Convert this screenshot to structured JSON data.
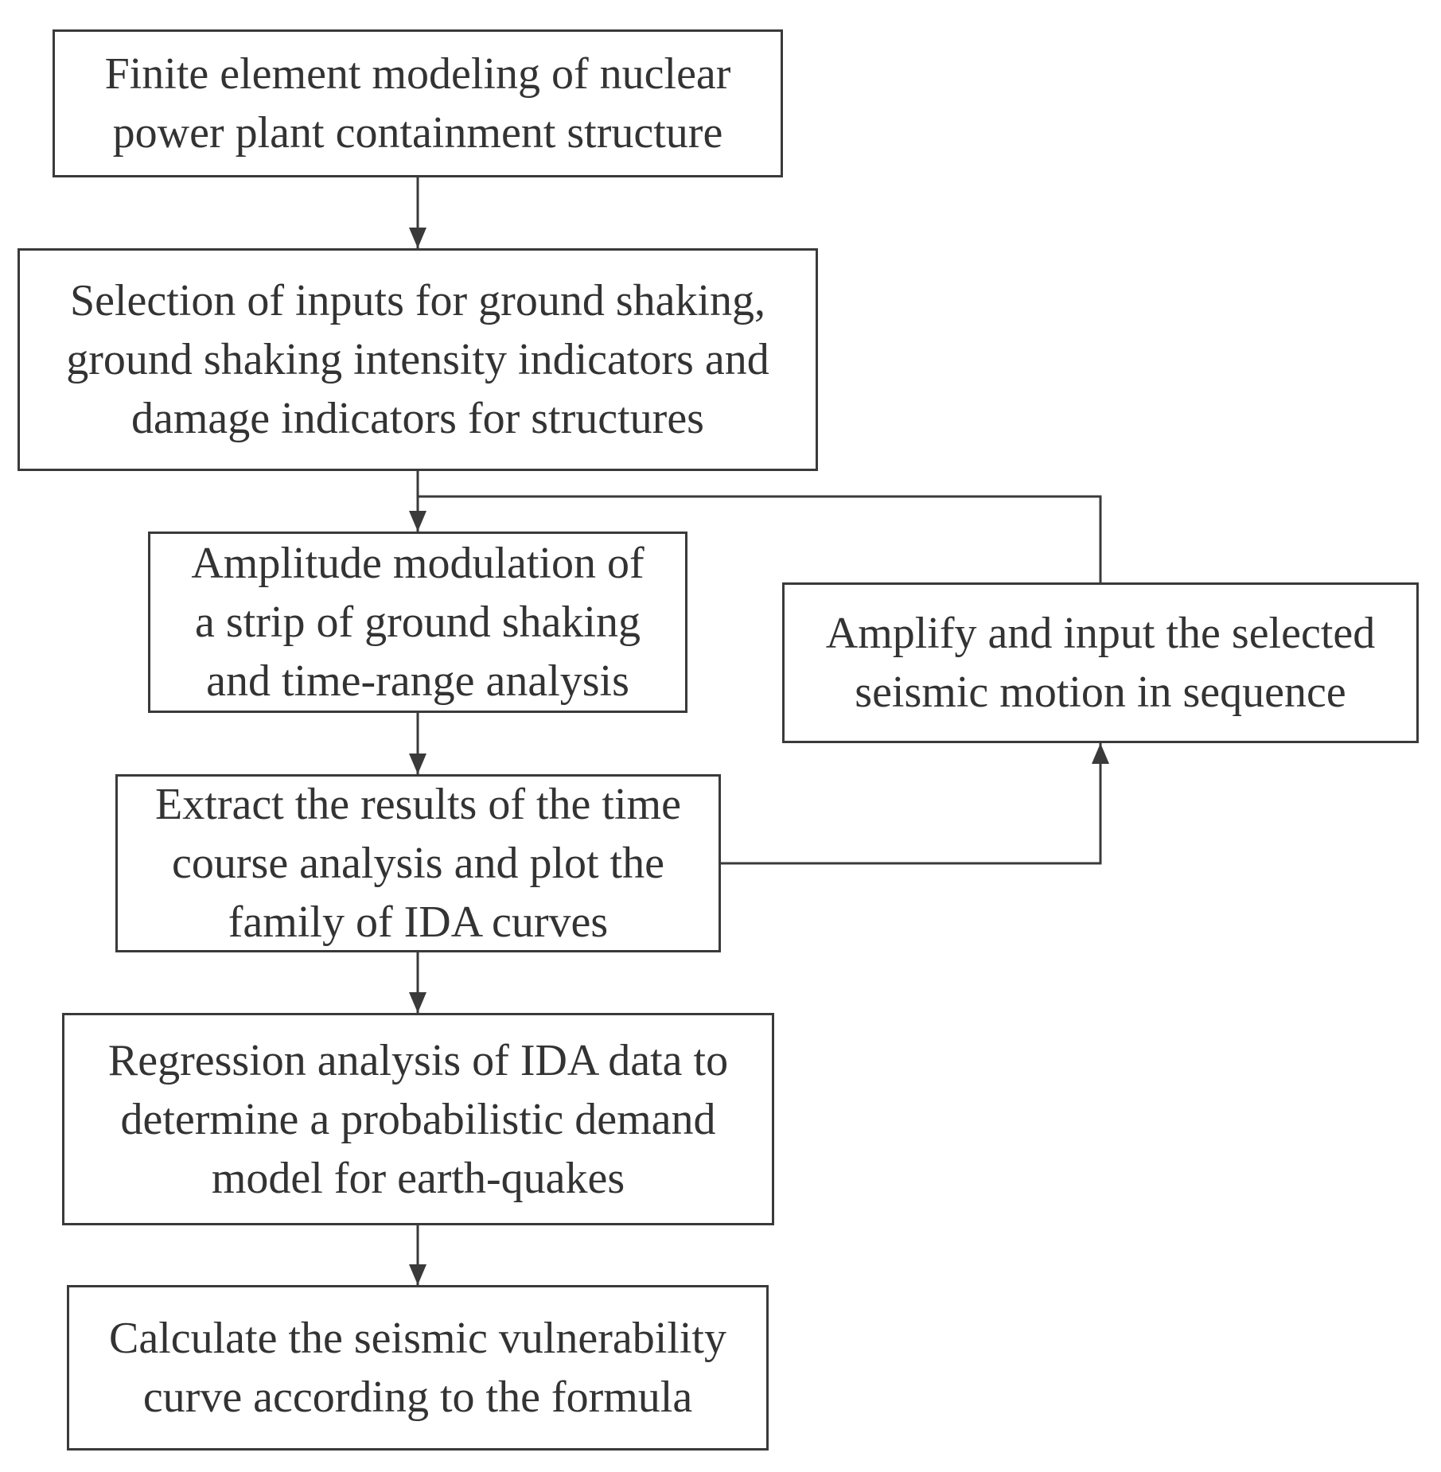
{
  "diagram": {
    "style": {
      "line_color": "#3a3a3a",
      "text_color": "#333333",
      "background": "#ffffff"
    },
    "nodes": [
      {
        "id": "n1",
        "lines": [
          "Finite element modeling of nuclear",
          "power plant containment structure"
        ]
      },
      {
        "id": "n2",
        "lines": [
          "Selection of inputs for ground shaking,",
          "ground shaking intensity indicators and",
          "damage indicators for structures"
        ]
      },
      {
        "id": "n3",
        "lines": [
          "Amplitude modulation of",
          "a strip of ground shaking",
          "and time-range analysis"
        ]
      },
      {
        "id": "n4",
        "lines": [
          "Amplify and input the selected",
          "seismic motion in sequence"
        ]
      },
      {
        "id": "n5",
        "lines": [
          "Extract the results of the time",
          "course analysis and plot the",
          "family of IDA curves"
        ]
      },
      {
        "id": "n6",
        "lines": [
          "Regression analysis of IDA data to",
          "determine a probabilistic demand",
          "model for earth-quakes"
        ]
      },
      {
        "id": "n7",
        "lines": [
          "Calculate the seismic vulnerability",
          "curve according to the formula"
        ]
      }
    ],
    "edges": [
      {
        "from": "n1",
        "to": "n2"
      },
      {
        "from": "n2",
        "to": "n3"
      },
      {
        "from": "n3",
        "to": "n5"
      },
      {
        "from": "n5",
        "to": "n4"
      },
      {
        "from": "n4",
        "to": "n3"
      },
      {
        "from": "n5",
        "to": "n6"
      },
      {
        "from": "n6",
        "to": "n7"
      }
    ]
  }
}
